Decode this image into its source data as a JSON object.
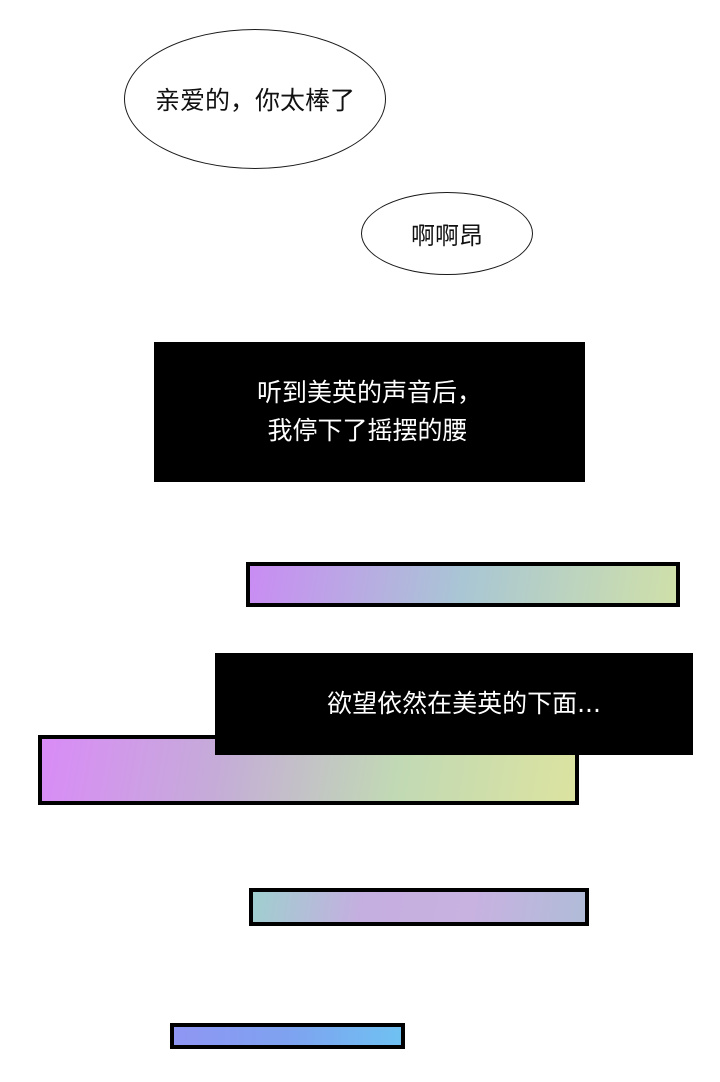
{
  "bubbles": [
    {
      "text": "亲爱的，你太棒了"
    },
    {
      "text": "啊啊昂"
    }
  ],
  "captions": [
    {
      "lines": [
        "听到美英的声音后，",
        "我停下了摇摆的腰"
      ]
    },
    {
      "lines": [
        "欲望依然在美英的下面..."
      ]
    }
  ],
  "gradient_bars": [
    {
      "colors": [
        "#c98cf3",
        "#a9c6d4",
        "#cfe0a9"
      ]
    },
    {
      "colors": [
        "#d98bf7",
        "#c5acd8",
        "#c1d9b4",
        "#dce3a0"
      ]
    },
    {
      "colors": [
        "#9fcfcf",
        "#c5aee0",
        "#c7b2e0",
        "#b0bcd8"
      ]
    },
    {
      "colors": [
        "#8f96f3",
        "#7ea2f0",
        "#6fc1f2"
      ]
    }
  ]
}
